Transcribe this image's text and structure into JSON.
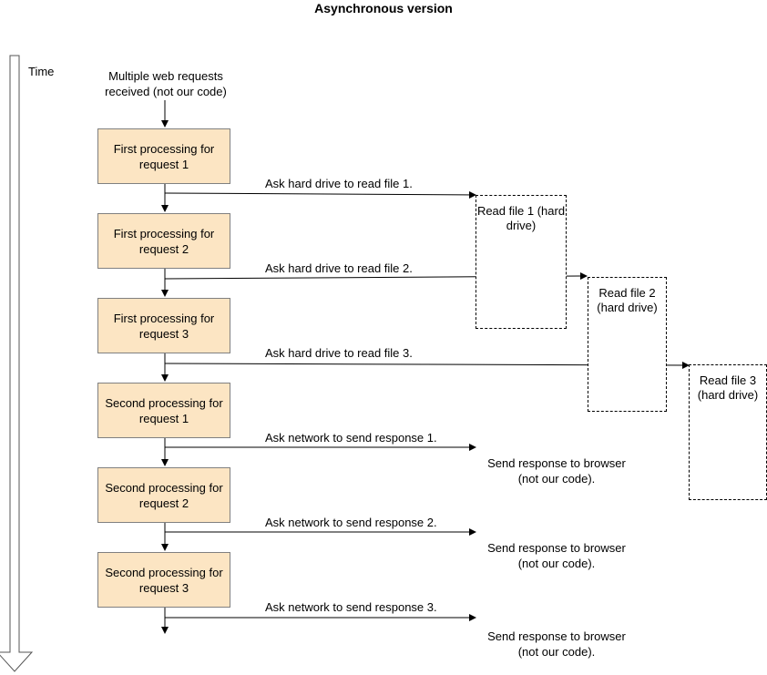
{
  "title": "Asynchronous version",
  "time_label": "Time",
  "intro": "Multiple web requests received (not our code)",
  "processing_steps": [
    "First processing for request 1",
    "First processing for request 2",
    "First processing for request 3",
    "Second processing for request 1",
    "Second processing for request 2",
    "Second processing for request 3"
  ],
  "file_requests": [
    "Ask hard drive to read file 1.",
    "Ask hard drive to read file 2.",
    "Ask hard drive to read file 3."
  ],
  "hard_drive_tasks": [
    "Read file 1 (hard drive)",
    "Read file 2 (hard drive)",
    "Read file 3 (hard drive)"
  ],
  "network_requests": [
    "Ask network to send response 1.",
    "Ask network to send response 2.",
    "Ask network to send response 3."
  ],
  "browser_responses": [
    "Send response to browser (not our code).",
    "Send response to browser (not our code).",
    "Send response to browser (not our code)."
  ]
}
